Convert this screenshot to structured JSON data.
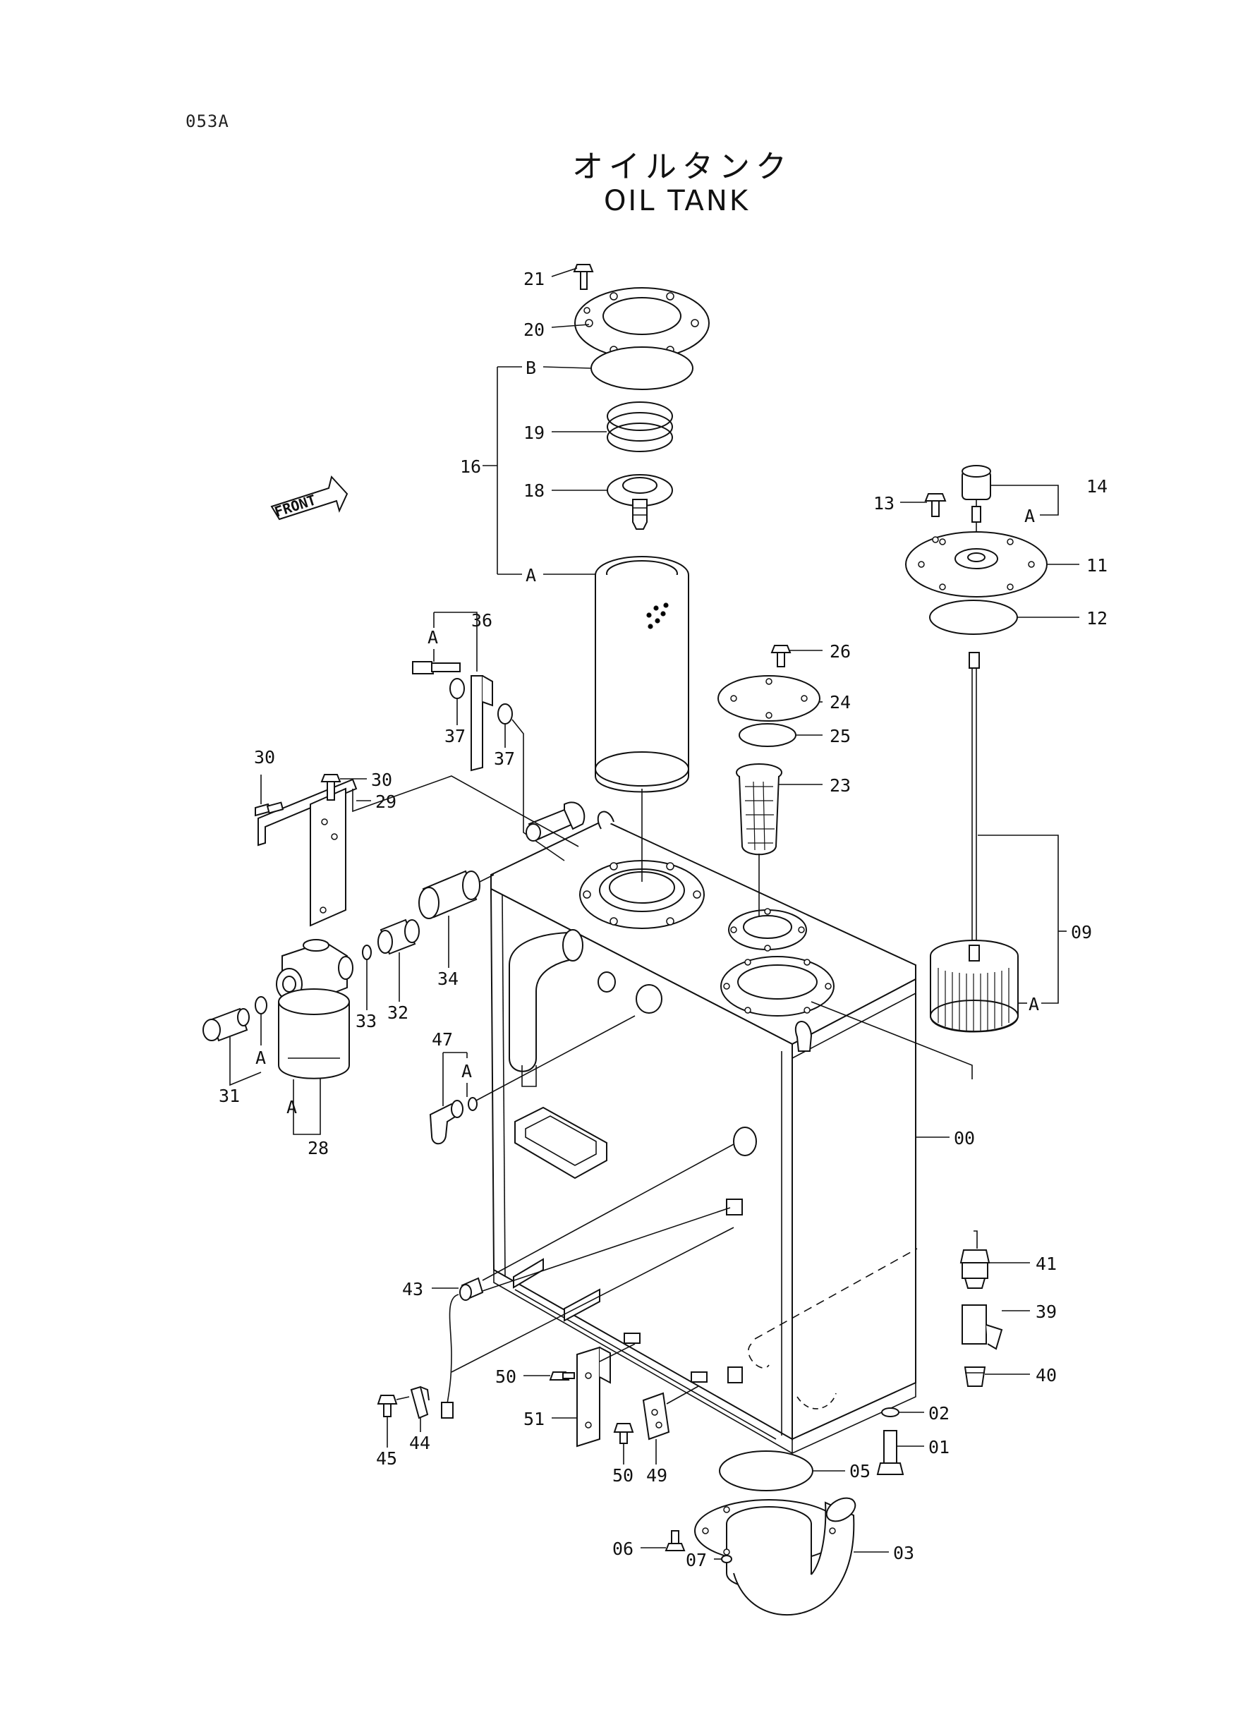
{
  "page_code": "053A",
  "title_jp": "オイルタンク",
  "title_en": "OIL TANK",
  "front_indicator": "FRONT",
  "part_callouts": [
    "00",
    "01",
    "02",
    "03",
    "05",
    "06",
    "07",
    "09",
    "11",
    "12",
    "13",
    "14",
    "16",
    "18",
    "19",
    "20",
    "21",
    "23",
    "24",
    "25",
    "26",
    "28",
    "29",
    "30",
    "31",
    "32",
    "33",
    "34",
    "36",
    "37",
    "39",
    "40",
    "41",
    "43",
    "44",
    "45",
    "47",
    "49",
    "50",
    "51"
  ],
  "labels": {
    "p00": "00",
    "p01": "01",
    "p02": "02",
    "p03": "03",
    "p05": "05",
    "p06": "06",
    "p07": "07",
    "p09": "09",
    "p11": "11",
    "p12": "12",
    "p13": "13",
    "p14": "14",
    "p16": "16",
    "p18": "18",
    "p19": "19",
    "p20": "20",
    "p21": "21",
    "p23": "23",
    "p24": "24",
    "p25": "25",
    "p26": "26",
    "p28": "28",
    "p29": "29",
    "p30a": "30",
    "p30b": "30",
    "p31": "31",
    "p32": "32",
    "p33": "33",
    "p34": "34",
    "p36": "36",
    "p37a": "37",
    "p37b": "37",
    "p39": "39",
    "p40": "40",
    "p41": "41",
    "p43": "43",
    "p44": "44",
    "p45": "45",
    "p47": "47",
    "p49": "49",
    "p50a": "50",
    "p50b": "50",
    "p51": "51"
  },
  "sub_markers": {
    "b16": "B",
    "a16": "A",
    "a14": "A",
    "a09": "A",
    "a36": "A",
    "a47": "A",
    "a31": "A",
    "a28": "A"
  }
}
